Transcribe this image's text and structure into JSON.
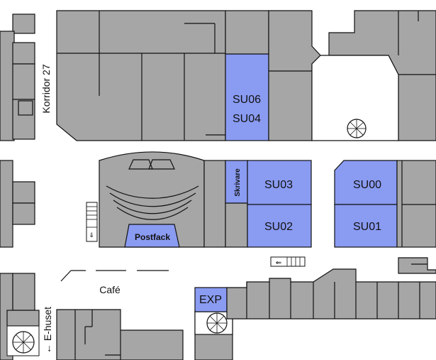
{
  "map": {
    "corridors": {
      "korridor": "Korridor 27",
      "e_huset": "← E-huset"
    },
    "rooms": {
      "su06": "SU06",
      "su04": "SU04",
      "su03": "SU03",
      "su02": "SU02",
      "su00": "SU00",
      "su01": "SU01",
      "exp": "EXP"
    },
    "areas": {
      "skrivare": "Skrivare",
      "postfack": "Postfack",
      "cafe": "Café"
    },
    "colors": {
      "room": "#a6a6a6",
      "highlight": "#8a9bf2",
      "wall": "#111111",
      "background": "#ffffff"
    },
    "icons": [
      "spiral-staircase-icon",
      "stairs-icon",
      "elevator-arrow-icon"
    ]
  }
}
